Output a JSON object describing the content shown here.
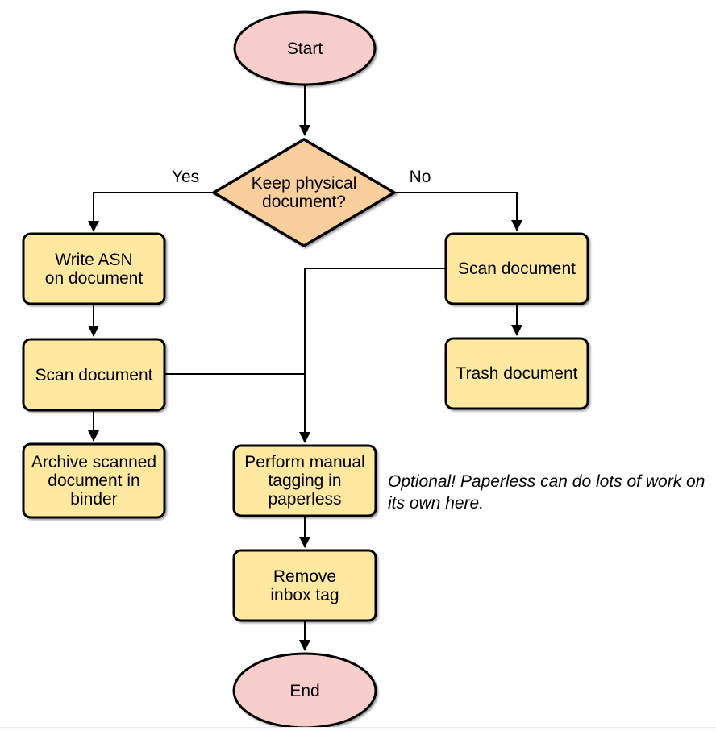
{
  "diagram": {
    "nodes": {
      "start": {
        "label": "Start"
      },
      "decision": {
        "label": "Keep physical\ndocument?"
      },
      "write_asn": {
        "label": "Write ASN\non document"
      },
      "scan_left": {
        "label": "Scan document"
      },
      "archive": {
        "label": "Archive scanned\ndocument in\nbinder"
      },
      "scan_right": {
        "label": "Scan document"
      },
      "trash": {
        "label": "Trash document"
      },
      "tagging": {
        "label": "Perform manual\ntagging in\npaperless"
      },
      "remove_inbox": {
        "label": "Remove\ninbox tag"
      },
      "end": {
        "label": "End"
      }
    },
    "edge_labels": {
      "yes": "Yes",
      "no": "No"
    },
    "annotation": "Optional! Paperless can do lots of work on\nits own here.",
    "colors": {
      "terminator_fill": "#f8cecc",
      "decision_fill": "#fbce9e",
      "process_fill": "#ffe9a0",
      "stroke": "#000000"
    }
  }
}
